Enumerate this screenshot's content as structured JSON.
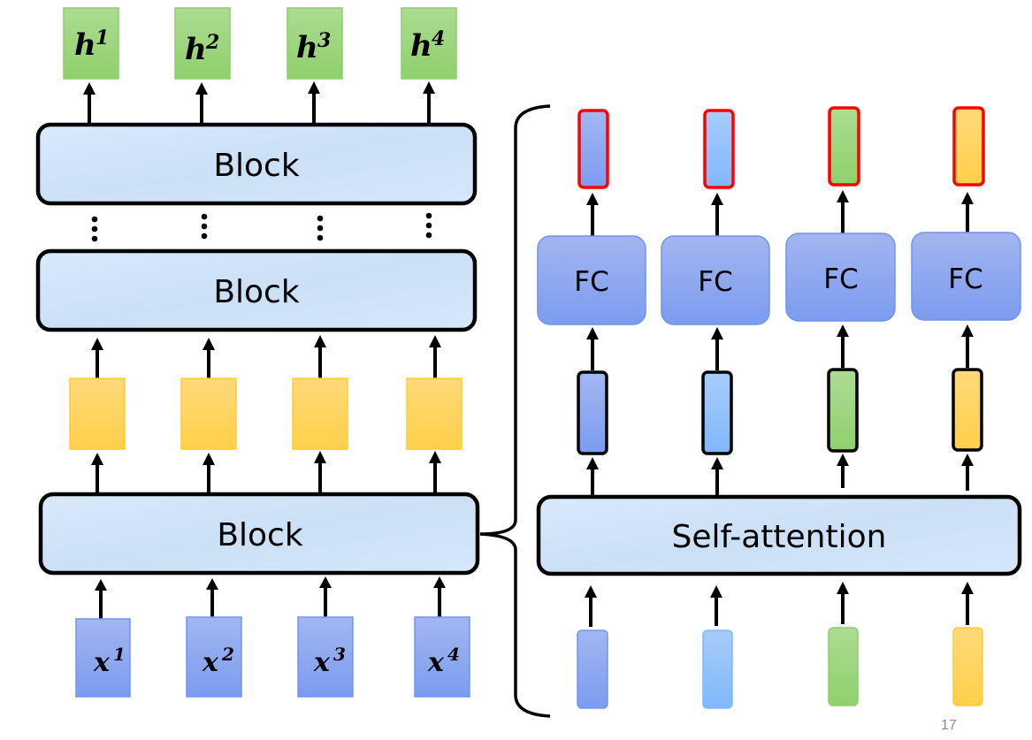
{
  "diagram": {
    "title": "Transformer encoder block structure",
    "outputs": [
      {
        "base": "h",
        "sup": "1"
      },
      {
        "base": "h",
        "sup": "2"
      },
      {
        "base": "h",
        "sup": "3"
      },
      {
        "base": "h",
        "sup": "4"
      }
    ],
    "inputs": [
      {
        "base": "x",
        "sup": "1"
      },
      {
        "base": "x",
        "sup": "2"
      },
      {
        "base": "x",
        "sup": "3"
      },
      {
        "base": "x",
        "sup": "4"
      }
    ],
    "left_blocks": [
      "Block",
      "Block",
      "Block"
    ],
    "ellipsis": "⋮",
    "self_attention_label": "Self-attention",
    "fc_labels": [
      "FC",
      "FC",
      "FC",
      "FC"
    ],
    "vector_colors": [
      "#8ea8ef",
      "#8fc1f9",
      "#9ed486",
      "#ffd666"
    ],
    "output_highlight_color": "#ff0000",
    "output_box_color": "#93d36f",
    "intermediate_box_color": "#ffd666",
    "input_box_color": "#8ea8ef",
    "block_fill_color": "#d3e6f8",
    "page_number": "17"
  }
}
